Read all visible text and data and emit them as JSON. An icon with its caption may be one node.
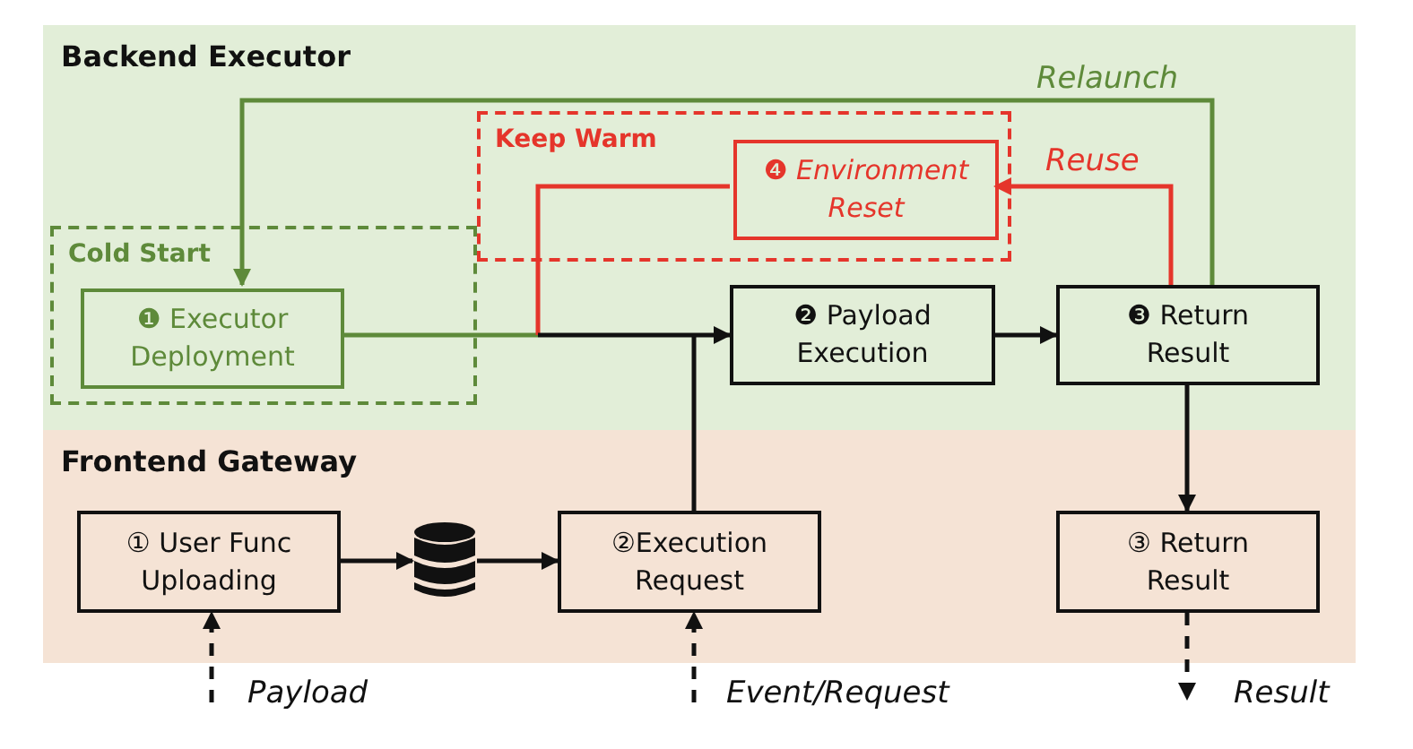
{
  "diagram": {
    "nodes": [
      {
        "text": [
          "Backend Executor"
        ]
      },
      {
        "text": [
          "Cold Start"
        ],
        "in": 0
      },
      {
        "text": [
          "Keep Warm"
        ],
        "in": 0
      },
      {
        "text": [
          "❶ Executor Deployment"
        ],
        "in": 1
      },
      {
        "text": [
          "❹ Environment Reset"
        ],
        "in": 2
      },
      {
        "text": [
          "❷ Payload Execution"
        ],
        "in": 0
      },
      {
        "text": [
          "❸ Return Result"
        ],
        "in": 0
      },
      {
        "text": [
          "Frontend Gateway"
        ]
      },
      {
        "text": [
          "① User Func Uploading"
        ],
        "in": 7
      },
      {
        "text": [],
        "shape": "cylinder",
        "in": 7
      },
      {
        "text": [
          "②Execution Request"
        ],
        "in": 7
      },
      {
        "text": [
          "③ Return Result"
        ],
        "in": 7
      }
    ],
    "edges": [
      {
        "from": 3,
        "to": 5,
        "arrow": "to",
        "color": "#5e8a3a"
      },
      {
        "from": 4,
        "to": 5,
        "arrow": "to",
        "color": "#e5352b"
      },
      {
        "from": 10,
        "to": 5,
        "arrow": "to"
      },
      {
        "from": 5,
        "to": 6,
        "arrow": "to"
      },
      {
        "from": 6,
        "to": 4,
        "arrow": "to",
        "label": "Reuse",
        "color": "#e5352b"
      },
      {
        "from": 6,
        "to": 3,
        "arrow": "to",
        "label": "Relaunch",
        "color": "#5e8a3a"
      },
      {
        "from": 6,
        "to": 11,
        "arrow": "to"
      },
      {
        "from": 8,
        "to": 9,
        "arrow": "to"
      },
      {
        "from": 9,
        "to": 10,
        "arrow": "to"
      },
      {
        "from": null,
        "to": 8,
        "arrow": "to",
        "label": "Payload",
        "style": "dashed"
      },
      {
        "from": null,
        "to": 10,
        "arrow": "to",
        "label": "Event/Request",
        "style": "dashed"
      },
      {
        "from": 11,
        "to": null,
        "arrow": "to",
        "label": "Result",
        "style": "dashed"
      }
    ]
  }
}
